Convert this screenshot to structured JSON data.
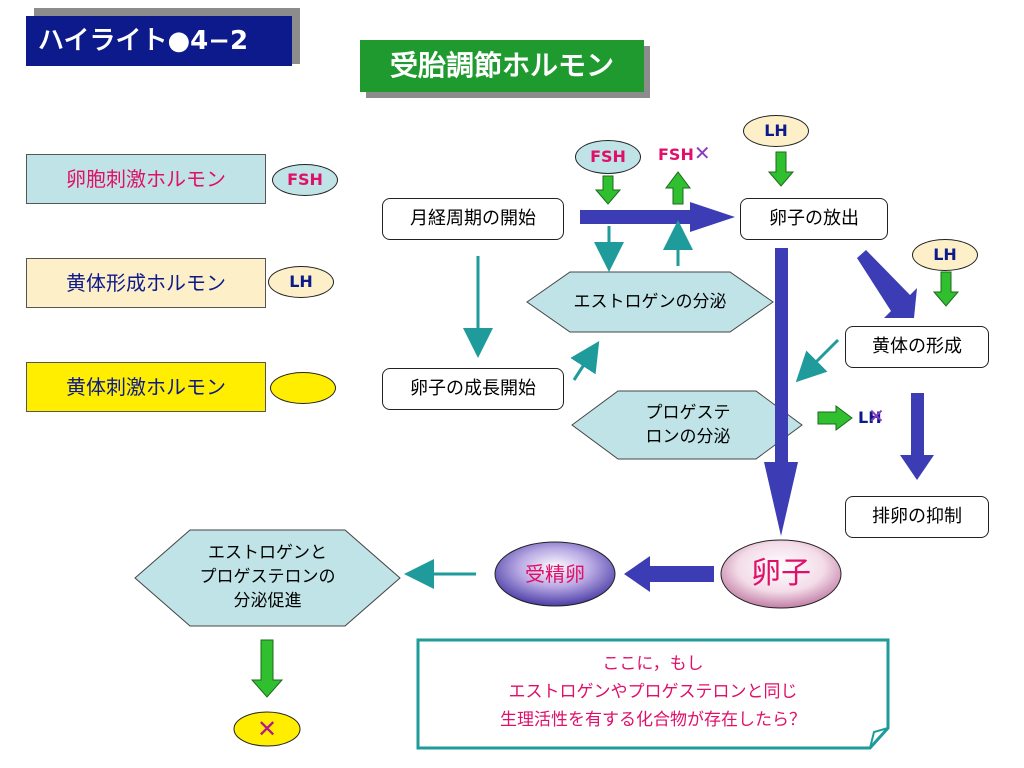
{
  "header": {
    "badge": "ハイライト●4−2",
    "title": "受胎調節ホルモン"
  },
  "legend": [
    {
      "label": "卵胞刺激ホルモン",
      "pill": "FSH"
    },
    {
      "label": "黄体形成ホルモン",
      "pill": "LH"
    },
    {
      "label": "黄体刺激ホルモン",
      "pill": ""
    }
  ],
  "flow": {
    "cycle_start": "月経周期の開始",
    "egg_release": "卵子の放出",
    "egg_growth": "卵子の成長開始",
    "estrogen": "エストロゲンの分泌",
    "corpus_luteum": "黄体の形成",
    "progesterone_line1": "プロゲステ",
    "progesterone_line2": "ロンの分泌",
    "ovulation_suppress": "排卵の抑制",
    "ovum": "卵子",
    "fertilized": "受精卵",
    "promote_line1": "エストロゲンと",
    "promote_line2": "プロゲステロンの",
    "promote_line3": "分泌促進",
    "fsh_top": "FSH",
    "fsh_crossed": "FSH",
    "lh_top": "LH",
    "lh_right": "LH",
    "lh_crossed": "LH",
    "x_mark": "✕"
  },
  "note": {
    "line1": "ここに，もし",
    "line2": "エストロゲンやプロゲステロンと同じ",
    "line3": "生理活性を有する化合物が存在したら？"
  },
  "colors": {
    "navy": "#0d1a8c",
    "green": "#1f9a2f",
    "magenta": "#e0106a",
    "teal_line": "#1f9b9b",
    "light_teal": "#bfe3e6",
    "light_yellow": "#fdf0c8",
    "yellow": "#ffee00",
    "arrow_blue": "#3c3cb4"
  }
}
